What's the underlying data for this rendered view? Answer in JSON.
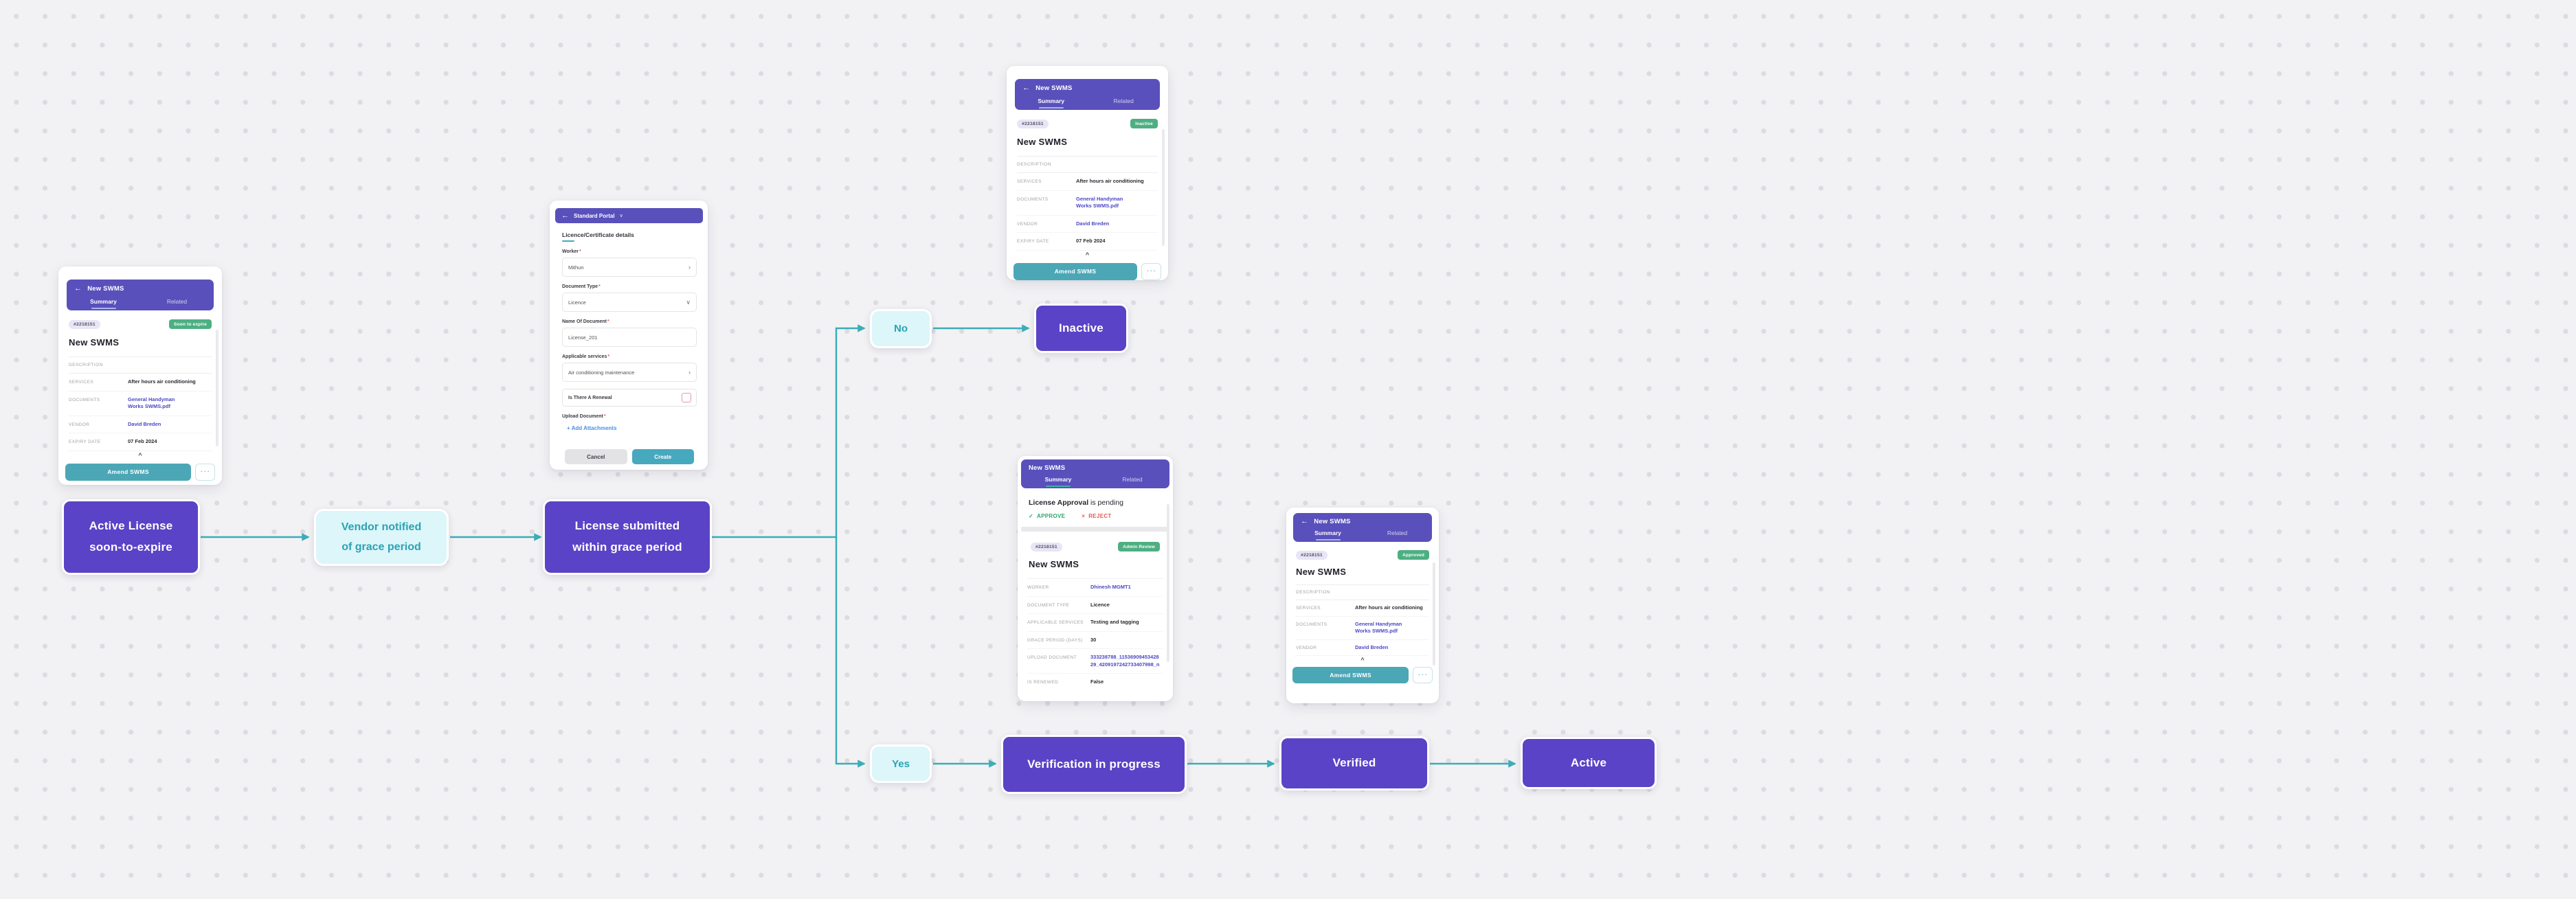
{
  "colors": {
    "canvas-bg": "#f2f2f4",
    "dot": "#dbdce1",
    "flow-purple": "#5a43c6",
    "flow-cyan-bg": "#dcf6fa",
    "flow-cyan-text": "#2ba3b2",
    "arrow": "#3cadb8",
    "phone-header": "#5950bc",
    "tab-underline": "#a8b6ee",
    "tab-underline-teal": "#3fb0a3",
    "status-green": "#4daf82",
    "id-badge-bg": "#e7e5f6",
    "id-badge-text": "#52525b",
    "link": "#4b48c5",
    "label-gray": "#a1a1aa",
    "teal-button": "#4ba7b6",
    "create-button": "#47a9bd",
    "cancel-bg": "#e3e3e6",
    "approve-green": "#2ea56f",
    "reject-red": "#e25c5c",
    "checkbox-border": "#e39aa4",
    "attach-link": "#4a90e0"
  },
  "flow": {
    "active_license": {
      "line1": "Active License",
      "line2": "soon-to-expire"
    },
    "vendor_notified": {
      "line1": "Vendor notified",
      "line2": "of grace period"
    },
    "license_submitted": {
      "line1": "License submitted",
      "line2": "within grace period"
    },
    "no": "No",
    "yes": "Yes",
    "inactive": "Inactive",
    "verification": "Verification in progress",
    "verified": "Verified",
    "active": "Active"
  },
  "phones": {
    "expiring": {
      "back": "←",
      "title": "New SWMS",
      "tabs": [
        "Summary",
        "Related"
      ],
      "id": "#2218151",
      "status": "Soon to expire",
      "heading": "New SWMS",
      "description_label": "DESCRIPTION",
      "services_label": "SERVICES",
      "services_value": "After hours air conditioning",
      "documents_label": "DOCUMENTS",
      "documents_line1": "General Handyman",
      "documents_line2": "Works SWMS.pdf",
      "vendor_label": "VENDOR",
      "vendor_value": "David Breden",
      "expiry_label": "EXPIRY DATE",
      "expiry_value": "07 Feb 2024",
      "chevron": "^",
      "amend": "Amend SWMS",
      "more": "· · ·"
    },
    "form": {
      "back": "←",
      "header": "Standard Portal",
      "caret": "∨",
      "section_title": "Licence/Certificate details",
      "required_mark": "*",
      "worker_label": "Worker",
      "worker_value": "Mithun",
      "worker_chevron": "›",
      "doctype_label": "Document Type",
      "doctype_value": "Licence",
      "doctype_caret": "∨",
      "name_label": "Name Of Document",
      "name_value": "License_201",
      "services_label": "Applicable services",
      "services_value": "Air conditioning maintenance",
      "services_chevron": "›",
      "renewal_label": "Is There A Renewal",
      "upload_label": "Upload Document",
      "add_attachments": "+ Add Attachments",
      "cancel": "Cancel",
      "create": "Create"
    },
    "inactive_phone": {
      "back": "←",
      "title": "New SWMS",
      "tabs": [
        "Summary",
        "Related"
      ],
      "id": "#2218151",
      "status": "Inactive",
      "heading": "New SWMS",
      "description_label": "DESCRIPTION",
      "services_label": "SERVICES",
      "services_value": "After hours air conditioning",
      "documents_label": "DOCUMENTS",
      "documents_line1": "General Handyman",
      "documents_line2": "Works SWMS.pdf",
      "vendor_label": "VENDOR",
      "vendor_value": "David Breden",
      "expiry_label": "EXPIRY DATE",
      "expiry_value": "07 Feb 2024",
      "chevron": "^",
      "amend": "Amend SWMS",
      "more": "· · ·"
    },
    "approval": {
      "title": "New SWMS",
      "tabs": [
        "Summary",
        "Related"
      ],
      "pending_bold": "License Approval",
      "pending_rest": " is pending",
      "approve_icon": "✓",
      "approve": "APPROVE",
      "reject_icon": "×",
      "reject": "REJECT",
      "id": "#2218151",
      "status": "Admin Review",
      "heading": "New SWMS",
      "worker_label": "WORKER",
      "worker_value": "Dhinesh MGMT1",
      "doctype_label": "DOCUMENT TYPE",
      "doctype_value": "Licence",
      "services_label": "APPLICABLE SERVICES",
      "services_value": "Testing and tagging",
      "grace_label": "GRACE PERIOD (DAYS)",
      "grace_value": "30",
      "upload_label": "UPLOAD DOCUMENT",
      "upload_line1": "333238788_11536909453428",
      "upload_line2": "29_4209197242733407998_n",
      "renewed_label": "IS RENEWED",
      "renewed_value": "False"
    },
    "approved": {
      "back": "←",
      "title": "New SWMS",
      "tabs": [
        "Summary",
        "Related"
      ],
      "id": "#2218151",
      "status": "Approved",
      "heading": "New SWMS",
      "description_label": "DESCRIPTION",
      "services_label": "SERVICES",
      "services_value": "After hours air conditioning",
      "documents_label": "DOCUMENTS",
      "documents_line1": "General Handyman",
      "documents_line2": "Works SWMS.pdf",
      "vendor_label": "VENDOR",
      "vendor_value": "David Breden",
      "chevron": "^",
      "amend": "Amend SWMS",
      "more": "· · ·"
    }
  }
}
